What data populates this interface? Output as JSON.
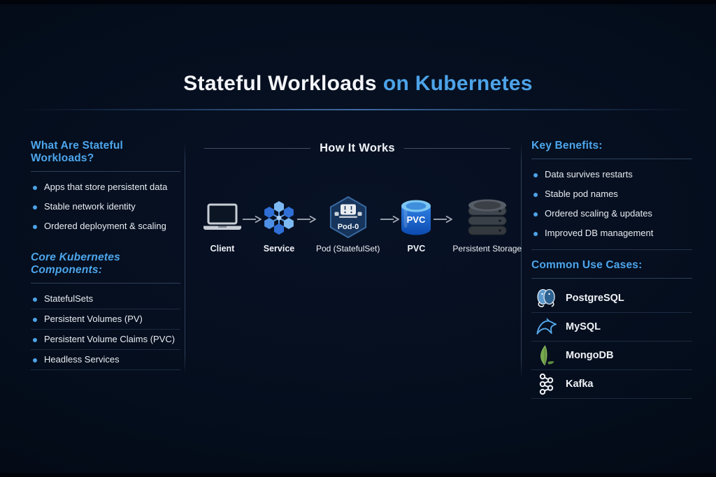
{
  "title": {
    "main": "Stateful Workloads",
    "accent": "on Kubernetes"
  },
  "colors": {
    "background": "#040c18",
    "accent_blue": "#4da3e8",
    "body_text": "#e9ecf1",
    "divider": "rgba(120,150,190,0.3)",
    "pvc_blue": "#1f6fd4",
    "mongodb_green": "#76a84e",
    "mysql_blue": "#55a8ea",
    "postgres_blue": "#2c6291"
  },
  "left": {
    "section1": {
      "heading": "What Are Stateful Workloads?",
      "items": [
        "Apps that store persistent data",
        "Stable network identity",
        "Ordered deployment & scaling"
      ]
    },
    "section2": {
      "heading": "Core Kubernetes Components:",
      "items": [
        "StatefulSets",
        "Persistent Volumes (PV)",
        "Persistent Volume Claims (PVC)",
        "Headless Services"
      ]
    }
  },
  "middle": {
    "heading": "How It Works",
    "flow": [
      {
        "icon": "laptop-icon",
        "label": "Client"
      },
      {
        "icon": "service-icon",
        "label": "Service"
      },
      {
        "icon": "pod-icon",
        "label": "Pod (StatefulSet)",
        "badge": "Pod-0"
      },
      {
        "icon": "pvc-icon",
        "label": "PVC",
        "badge": "PVC"
      },
      {
        "icon": "storage-icon",
        "label": "Persistent Storage"
      }
    ]
  },
  "right": {
    "benefits": {
      "heading": "Key Benefits:",
      "items": [
        "Data survives restarts",
        "Stable pod names",
        "Ordered scaling & updates",
        "Improved DB management"
      ]
    },
    "use_cases": {
      "heading": "Common Use Cases:",
      "items": [
        {
          "icon": "postgresql-icon",
          "label": "PostgreSQL"
        },
        {
          "icon": "mysql-icon",
          "label": "MySQL"
        },
        {
          "icon": "mongodb-icon",
          "label": "MongoDB"
        },
        {
          "icon": "kafka-icon",
          "label": "Kafka"
        }
      ]
    }
  }
}
